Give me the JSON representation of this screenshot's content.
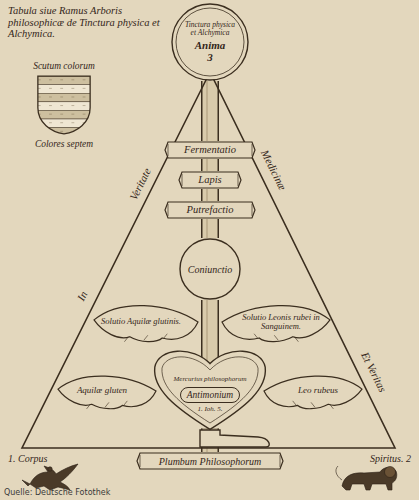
{
  "diagram": {
    "title": "Tabula siue Ramus Arboris philosophicæ de Tinctura physica et Alchymica.",
    "nodes": [
      {
        "text": [
          "Tinctura physica et Alchymica",
          "Anima 3"
        ]
      },
      {
        "text": [
          "Scutum colorum",
          "Colores septem"
        ]
      },
      {
        "text": [
          "Fermentatio"
        ]
      },
      {
        "text": [
          "Lapis"
        ]
      },
      {
        "text": [
          "Putrefactio"
        ]
      },
      {
        "text": [
          "Coniunctio"
        ]
      },
      {
        "text": [
          "Solutio Aquilæ glutinis."
        ]
      },
      {
        "text": [
          "Solutio Leonis rubei in Sanguinem."
        ]
      },
      {
        "text": [
          "Aquilæ gluten"
        ]
      },
      {
        "text": [
          "Mercurius philosophorum",
          "Antimonium",
          "1. Ioh. 5."
        ]
      },
      {
        "text": [
          "Leo rubeus"
        ]
      },
      {
        "text": [
          "Plumbum Philosophorum"
        ]
      }
    ],
    "edges": [
      {
        "from": 0,
        "to": 2,
        "arrow": "none"
      },
      {
        "from": 2,
        "to": 3,
        "arrow": "none"
      },
      {
        "from": 3,
        "to": 4,
        "arrow": "none"
      },
      {
        "from": 4,
        "to": 5,
        "arrow": "none"
      },
      {
        "from": 5,
        "to": 9,
        "arrow": "none"
      },
      {
        "from": 9,
        "to": 11,
        "arrow": "none"
      }
    ],
    "labels": [
      "In",
      "Veritate",
      "Medicinæ",
      "Et Veritas",
      "1. Corpus",
      "Spiritus. 2",
      "Quelle: Deutsche Fotothek"
    ]
  }
}
